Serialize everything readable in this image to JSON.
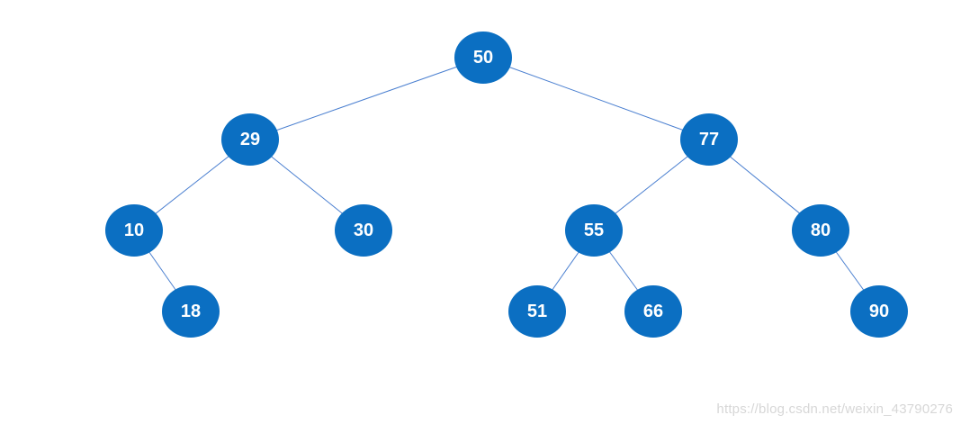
{
  "tree": {
    "nodes": [
      {
        "id": "n50",
        "label": "50"
      },
      {
        "id": "n29",
        "label": "29"
      },
      {
        "id": "n77",
        "label": "77"
      },
      {
        "id": "n10",
        "label": "10"
      },
      {
        "id": "n30",
        "label": "30"
      },
      {
        "id": "n55",
        "label": "55"
      },
      {
        "id": "n80",
        "label": "80"
      },
      {
        "id": "n18",
        "label": "18"
      },
      {
        "id": "n51",
        "label": "51"
      },
      {
        "id": "n66",
        "label": "66"
      },
      {
        "id": "n90",
        "label": "90"
      }
    ],
    "edges": [
      {
        "from": "n50",
        "to": "n29"
      },
      {
        "from": "n50",
        "to": "n77"
      },
      {
        "from": "n29",
        "to": "n10"
      },
      {
        "from": "n29",
        "to": "n30"
      },
      {
        "from": "n77",
        "to": "n55"
      },
      {
        "from": "n77",
        "to": "n80"
      },
      {
        "from": "n10",
        "to": "n18"
      },
      {
        "from": "n55",
        "to": "n51"
      },
      {
        "from": "n55",
        "to": "n66"
      },
      {
        "from": "n80",
        "to": "n90"
      }
    ],
    "colors": {
      "node_fill": "#0b6fc2",
      "node_text": "#ffffff",
      "edge": "#4a7fd0"
    }
  },
  "watermark": "https://blog.csdn.net/weixin_43790276"
}
